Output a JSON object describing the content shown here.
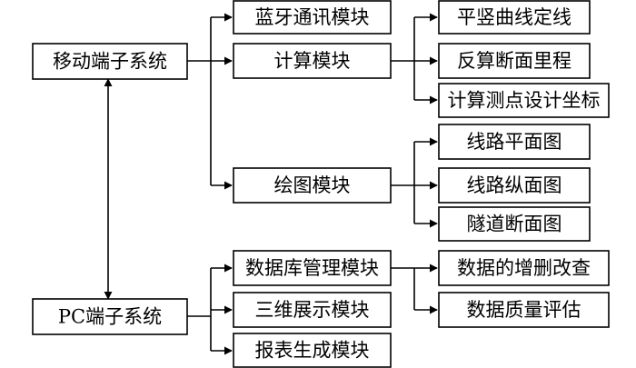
{
  "diagram": {
    "mobile_system": "移动端子系统",
    "pc_system": "PC端子系统",
    "bluetooth_module": "蓝牙通讯模块",
    "calc_module": "计算模块",
    "draw_module": "绘图模块",
    "db_module": "数据库管理模块",
    "viz_module": "三维展示模块",
    "report_module": "报表生成模块",
    "calc_curve": "平竖曲线定线",
    "calc_reverse": "反算断面里程",
    "calc_coords": "计算测点设计坐标",
    "draw_plan": "线路平面图",
    "draw_profile": "线路纵面图",
    "draw_tunnel": "隧道断面图",
    "db_crud": "数据的增删改查",
    "db_quality": "数据质量评估"
  }
}
